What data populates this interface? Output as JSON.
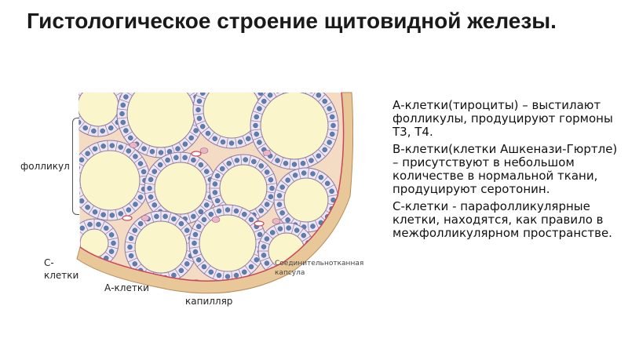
{
  "title": "Гистологическое строение щитовидной железы.",
  "labels": {
    "follicle": "фолликул",
    "c_cells": "С-клетки",
    "a_cells": "А-клетки",
    "capillary": "капилляр",
    "capsule": "Соединительнотканная капсула"
  },
  "description": [
    "А-клетки(тироциты) – выстилают фолликулы, продуцируют гормоны Т3, Т4.",
    "В-клетки(клетки Ашкенази-Гюртле) – присутствуют в небольшом количестве в нормальной ткани, продуцируют серотонин.",
    "С-клетки - парафолликулярные клетки, находятся, как правило в межфолликулярном пространстве."
  ],
  "colors": {
    "colloid": "#fbf5cc",
    "cell_fill": "#efe4f1",
    "cell_border": "#8a7aa0",
    "nucleus": "#5d7fb0",
    "stroma": "#f3dcc3",
    "capsule": "#e8c898",
    "capillary": "#c9475a"
  }
}
